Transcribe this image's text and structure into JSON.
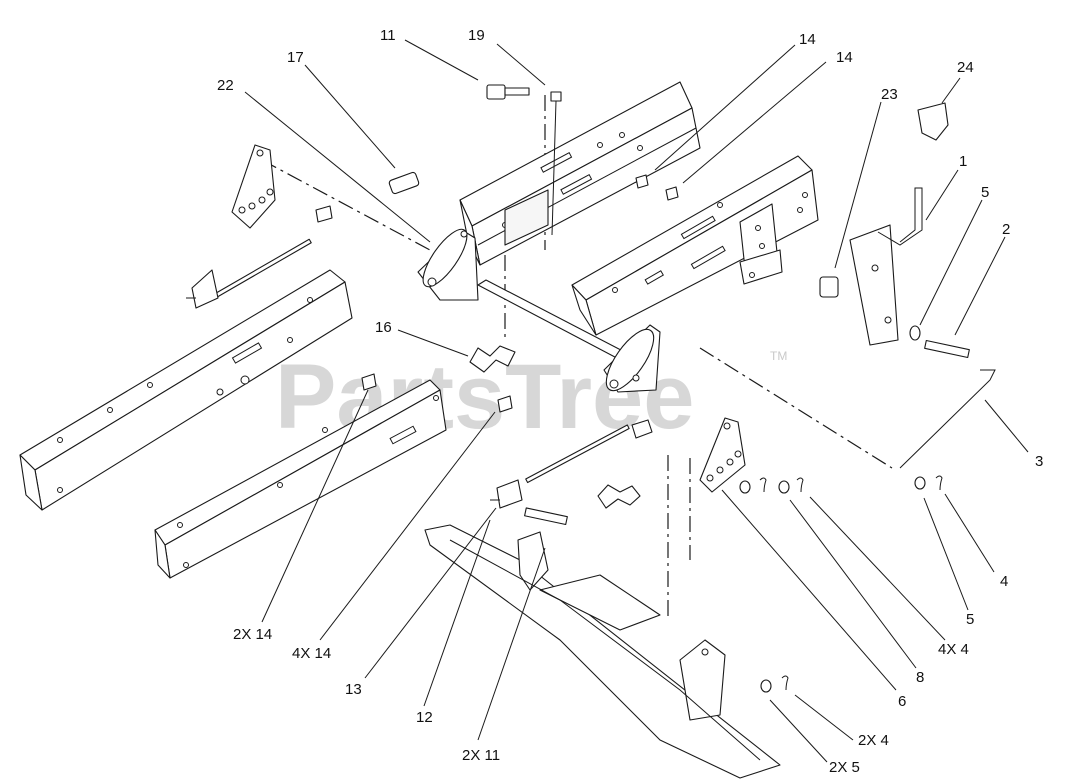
{
  "watermark": {
    "text": "PartsTree",
    "mark": "TM"
  },
  "callouts": {
    "c11": "11",
    "c19": "19",
    "c14a": "14",
    "c14b": "14",
    "c17": "17",
    "c22": "22",
    "c23": "23",
    "c24": "24",
    "c1": "1",
    "c5a": "5",
    "c2": "2",
    "c16": "16",
    "c3": "3",
    "c4a": "4",
    "c5b": "5",
    "c4x4": "4X 4",
    "c8": "8",
    "c6": "6",
    "c2x14": "2X 14",
    "c4x14": "4X 14",
    "c13": "13",
    "c12": "12",
    "c2x11": "2X 11",
    "c2x4": "2X 4",
    "c2x5": "2X 5"
  }
}
